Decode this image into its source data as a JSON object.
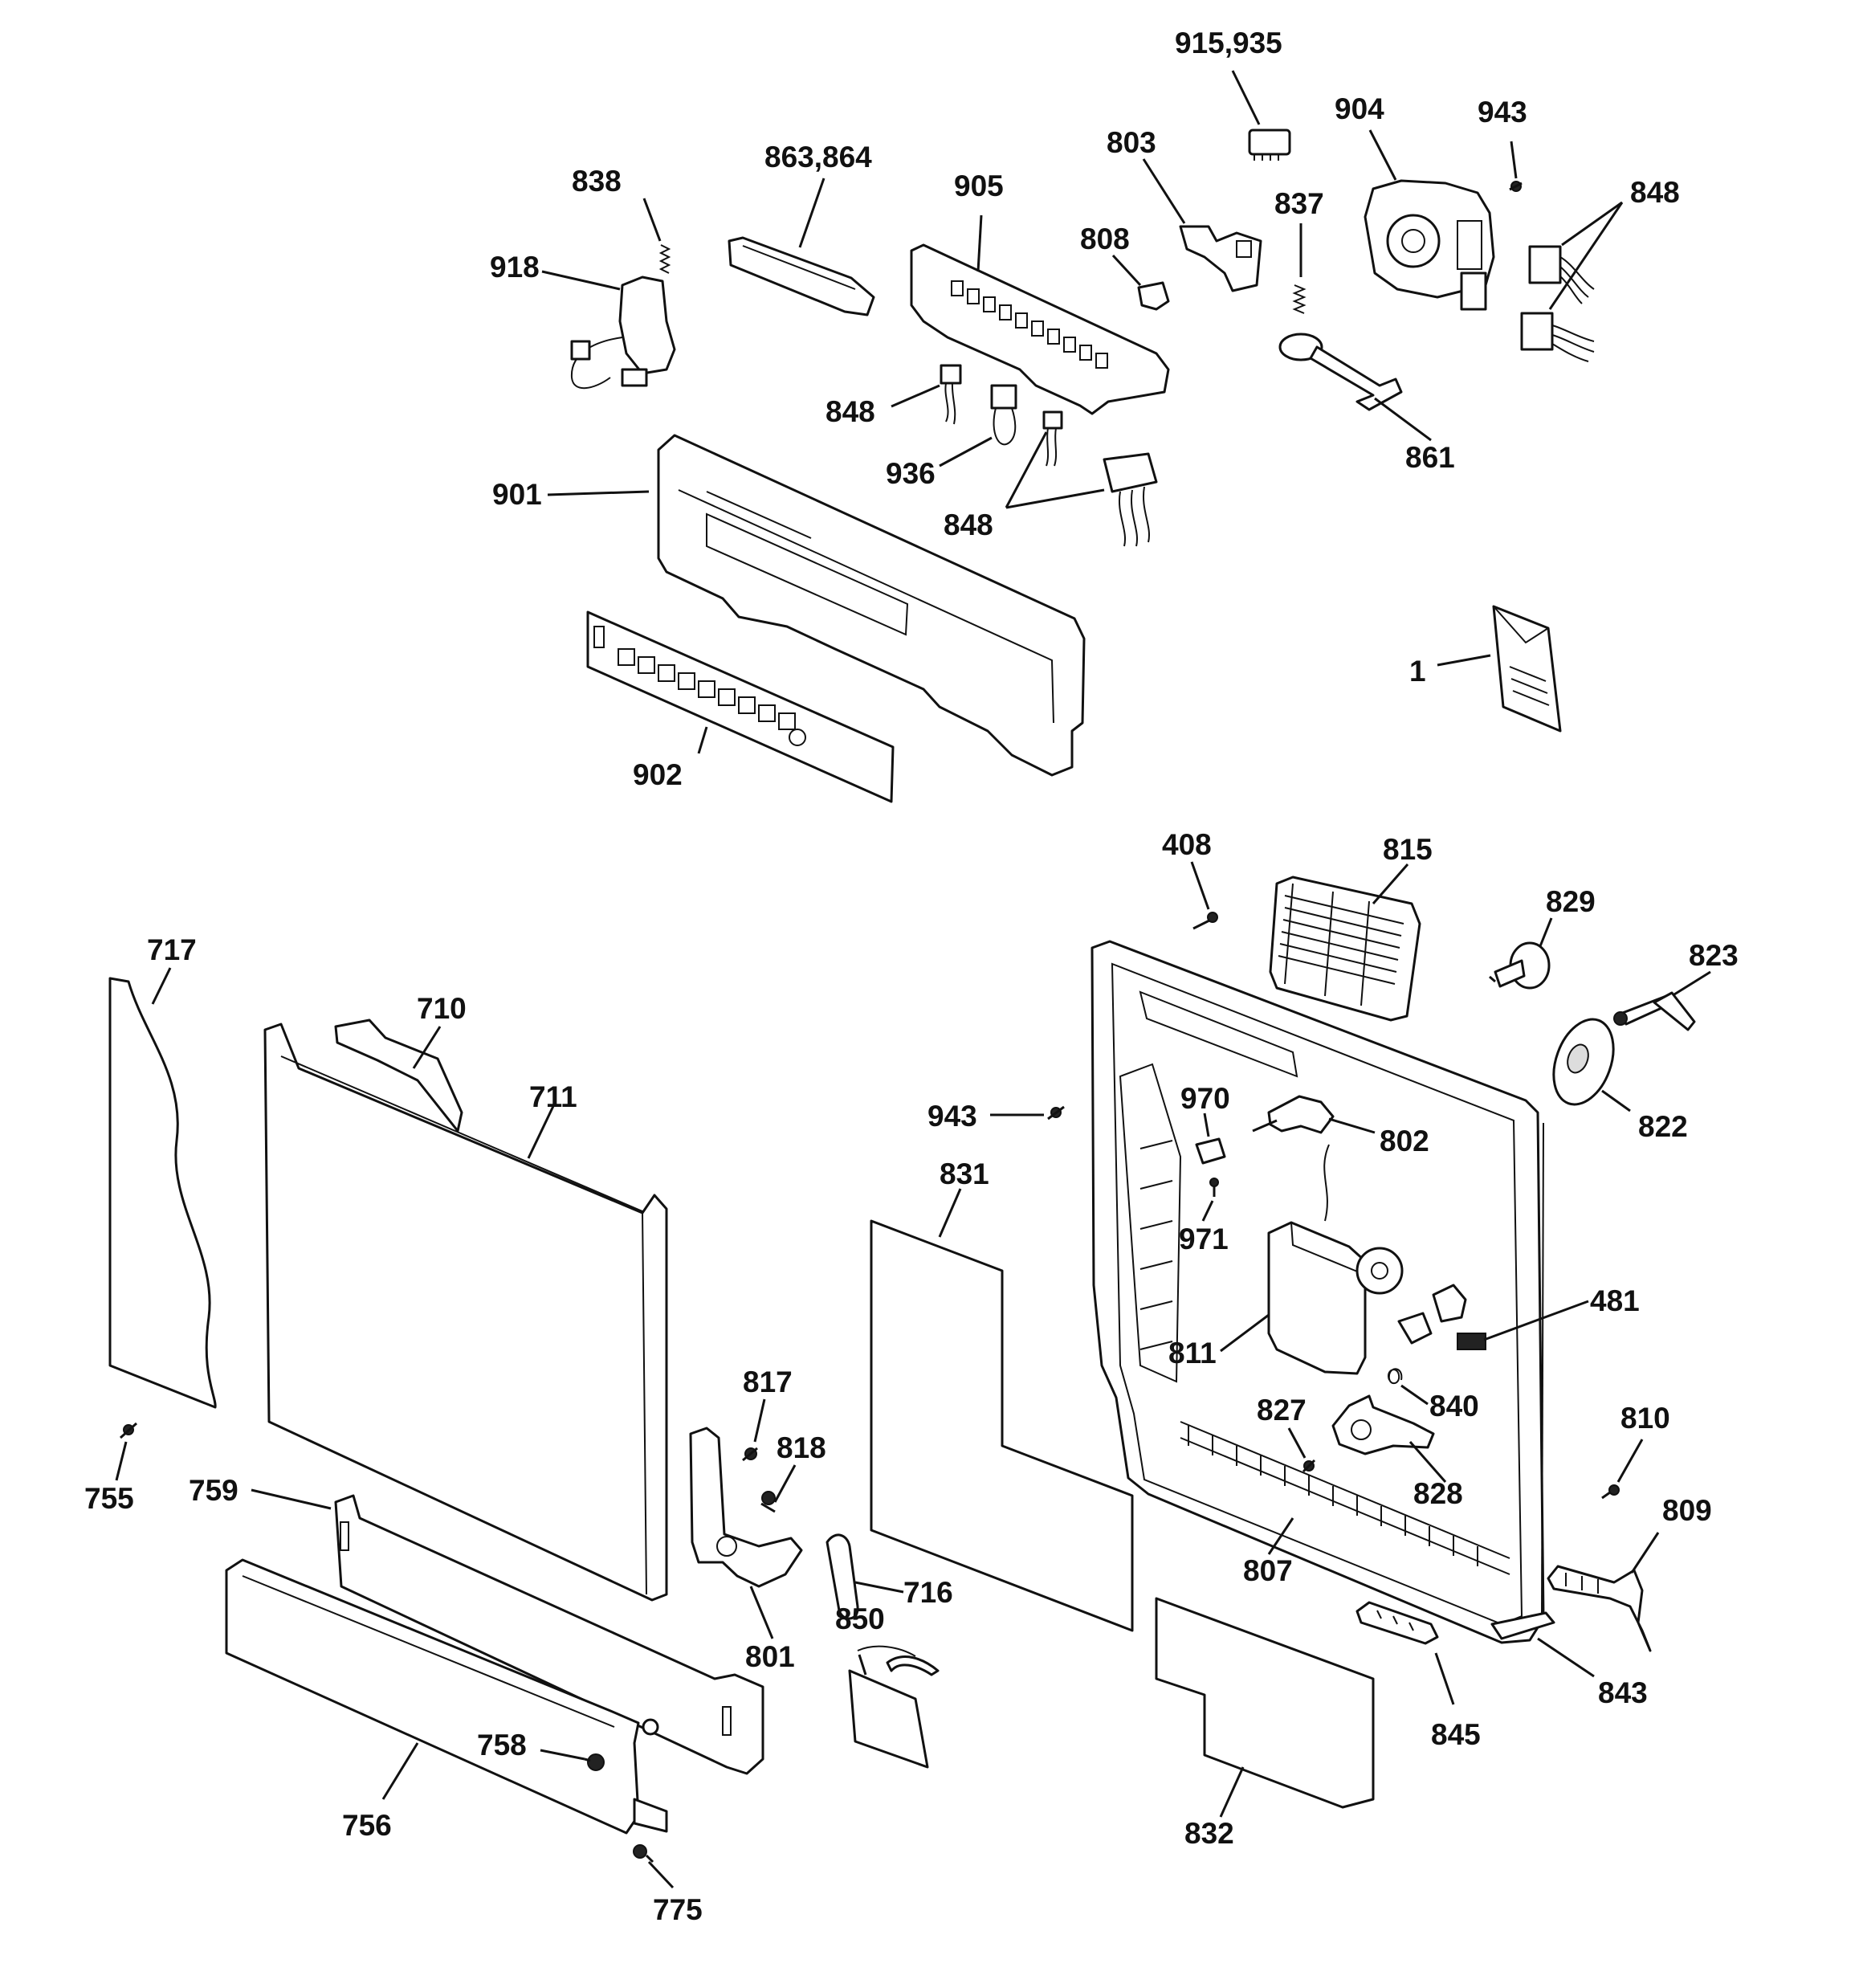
{
  "labels": {
    "p915": "915,935",
    "p904": "904",
    "p943a": "943",
    "p803": "803",
    "p848a": "848",
    "p863": "863,864",
    "p905": "905",
    "p838": "838",
    "p837": "837",
    "p808": "808",
    "p918": "918",
    "p848b": "848",
    "p861": "861",
    "p936": "936",
    "p901": "901",
    "p848c": "848",
    "p1": "1",
    "p902": "902",
    "p408": "408",
    "p815": "815",
    "p829": "829",
    "p823": "823",
    "p717": "717",
    "p710": "710",
    "p711": "711",
    "p822": "822",
    "p943b": "943",
    "p970": "970",
    "p802": "802",
    "p831": "831",
    "p971": "971",
    "p481": "481",
    "p811": "811",
    "p817": "817",
    "p840": "840",
    "p827": "827",
    "p810": "810",
    "p818": "818",
    "p755": "755",
    "p759": "759",
    "p828": "828",
    "p809": "809",
    "p716": "716",
    "p807": "807",
    "p850": "850",
    "p801": "801",
    "p843": "843",
    "p758": "758",
    "p845": "845",
    "p756": "756",
    "p832": "832",
    "p775": "775"
  }
}
